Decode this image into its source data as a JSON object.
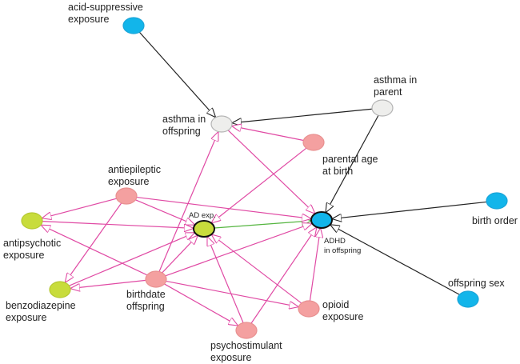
{
  "colors": {
    "exposure_outcome_blue": "#12b5ea",
    "medication_green": "#c8dc3c",
    "confounder_pink": "#f4a0a0",
    "unobserved_gray": "#eeeeec",
    "arrow_pink": "#e04aa4",
    "arrow_black": "#222222",
    "arrow_green": "#55b540",
    "node_stroke_pink": "#e89090",
    "node_stroke_blue": "#1aa4d8",
    "node_stroke_green": "#b5c832",
    "node_stroke_gray": "#b4b4b4"
  },
  "nodes": {
    "acid_suppressive": {
      "label_lines": [
        "acid-suppressive",
        "exposure"
      ],
      "fill": "exposure_outcome_blue"
    },
    "asthma_parent": {
      "label_lines": [
        "asthma in",
        "parent"
      ],
      "fill": "unobserved_gray"
    },
    "asthma_offspring": {
      "label_lines": [
        "asthma in",
        "offspring"
      ],
      "fill": "unobserved_gray"
    },
    "parental_age": {
      "label_lines": [
        "parental age",
        "at birth"
      ],
      "fill": "confounder_pink"
    },
    "antiepileptic": {
      "label_lines": [
        "antiepileptic",
        "exposure"
      ],
      "fill": "confounder_pink"
    },
    "antipsychotic": {
      "label_lines": [
        "antipsychotic",
        "exposure"
      ],
      "fill": "medication_green"
    },
    "ad_exposure": {
      "label_lines": [
        "AD exp."
      ],
      "fill": "medication_green"
    },
    "adhd": {
      "label_lines": [
        "ADHD",
        "in offspring"
      ],
      "fill": "exposure_outcome_blue"
    },
    "birth_order": {
      "label_lines": [
        "birth order"
      ],
      "fill": "exposure_outcome_blue"
    },
    "benzodiazepine": {
      "label_lines": [
        "benzodiazepine",
        "exposure"
      ],
      "fill": "medication_green"
    },
    "birthdate": {
      "label_lines": [
        "birthdate",
        "offspring"
      ],
      "fill": "confounder_pink"
    },
    "opioid": {
      "label_lines": [
        "opioid",
        "exposure"
      ],
      "fill": "confounder_pink"
    },
    "psychostimulant": {
      "label_lines": [
        "psychostimulant",
        "exposure"
      ],
      "fill": "confounder_pink"
    },
    "offspring_sex": {
      "label_lines": [
        "offspring sex"
      ],
      "fill": "exposure_outcome_blue"
    }
  },
  "edges": [
    {
      "from": "acid_suppressive",
      "to": "asthma_offspring",
      "color": "arrow_black"
    },
    {
      "from": "asthma_parent",
      "to": "asthma_offspring",
      "color": "arrow_black"
    },
    {
      "from": "asthma_parent",
      "to": "adhd",
      "color": "arrow_black"
    },
    {
      "from": "birth_order",
      "to": "adhd",
      "color": "arrow_black"
    },
    {
      "from": "offspring_sex",
      "to": "adhd",
      "color": "arrow_black"
    },
    {
      "from": "ad_exposure",
      "to": "adhd",
      "color": "arrow_green"
    },
    {
      "from": "asthma_offspring",
      "to": "adhd",
      "color": "arrow_pink"
    },
    {
      "from": "parental_age",
      "to": "asthma_offspring",
      "color": "arrow_pink"
    },
    {
      "from": "parental_age",
      "to": "ad_exposure",
      "color": "arrow_pink"
    },
    {
      "from": "antiepileptic",
      "to": "antipsychotic",
      "color": "arrow_pink"
    },
    {
      "from": "antiepileptic",
      "to": "ad_exposure",
      "color": "arrow_pink"
    },
    {
      "from": "antiepileptic",
      "to": "adhd",
      "color": "arrow_pink"
    },
    {
      "from": "antiepileptic",
      "to": "benzodiazepine",
      "color": "arrow_pink"
    },
    {
      "from": "antipsychotic",
      "to": "ad_exposure",
      "color": "arrow_pink"
    },
    {
      "from": "benzodiazepine",
      "to": "ad_exposure",
      "color": "arrow_pink"
    },
    {
      "from": "birthdate",
      "to": "antipsychotic",
      "color": "arrow_pink"
    },
    {
      "from": "birthdate",
      "to": "benzodiazepine",
      "color": "arrow_pink"
    },
    {
      "from": "birthdate",
      "to": "asthma_offspring",
      "color": "arrow_pink"
    },
    {
      "from": "birthdate",
      "to": "ad_exposure",
      "color": "arrow_pink"
    },
    {
      "from": "birthdate",
      "to": "adhd",
      "color": "arrow_pink"
    },
    {
      "from": "birthdate",
      "to": "opioid",
      "color": "arrow_pink"
    },
    {
      "from": "birthdate",
      "to": "psychostimulant",
      "color": "arrow_pink"
    },
    {
      "from": "opioid",
      "to": "ad_exposure",
      "color": "arrow_pink"
    },
    {
      "from": "opioid",
      "to": "adhd",
      "color": "arrow_pink"
    },
    {
      "from": "psychostimulant",
      "to": "ad_exposure",
      "color": "arrow_pink"
    },
    {
      "from": "psychostimulant",
      "to": "adhd",
      "color": "arrow_pink"
    }
  ]
}
